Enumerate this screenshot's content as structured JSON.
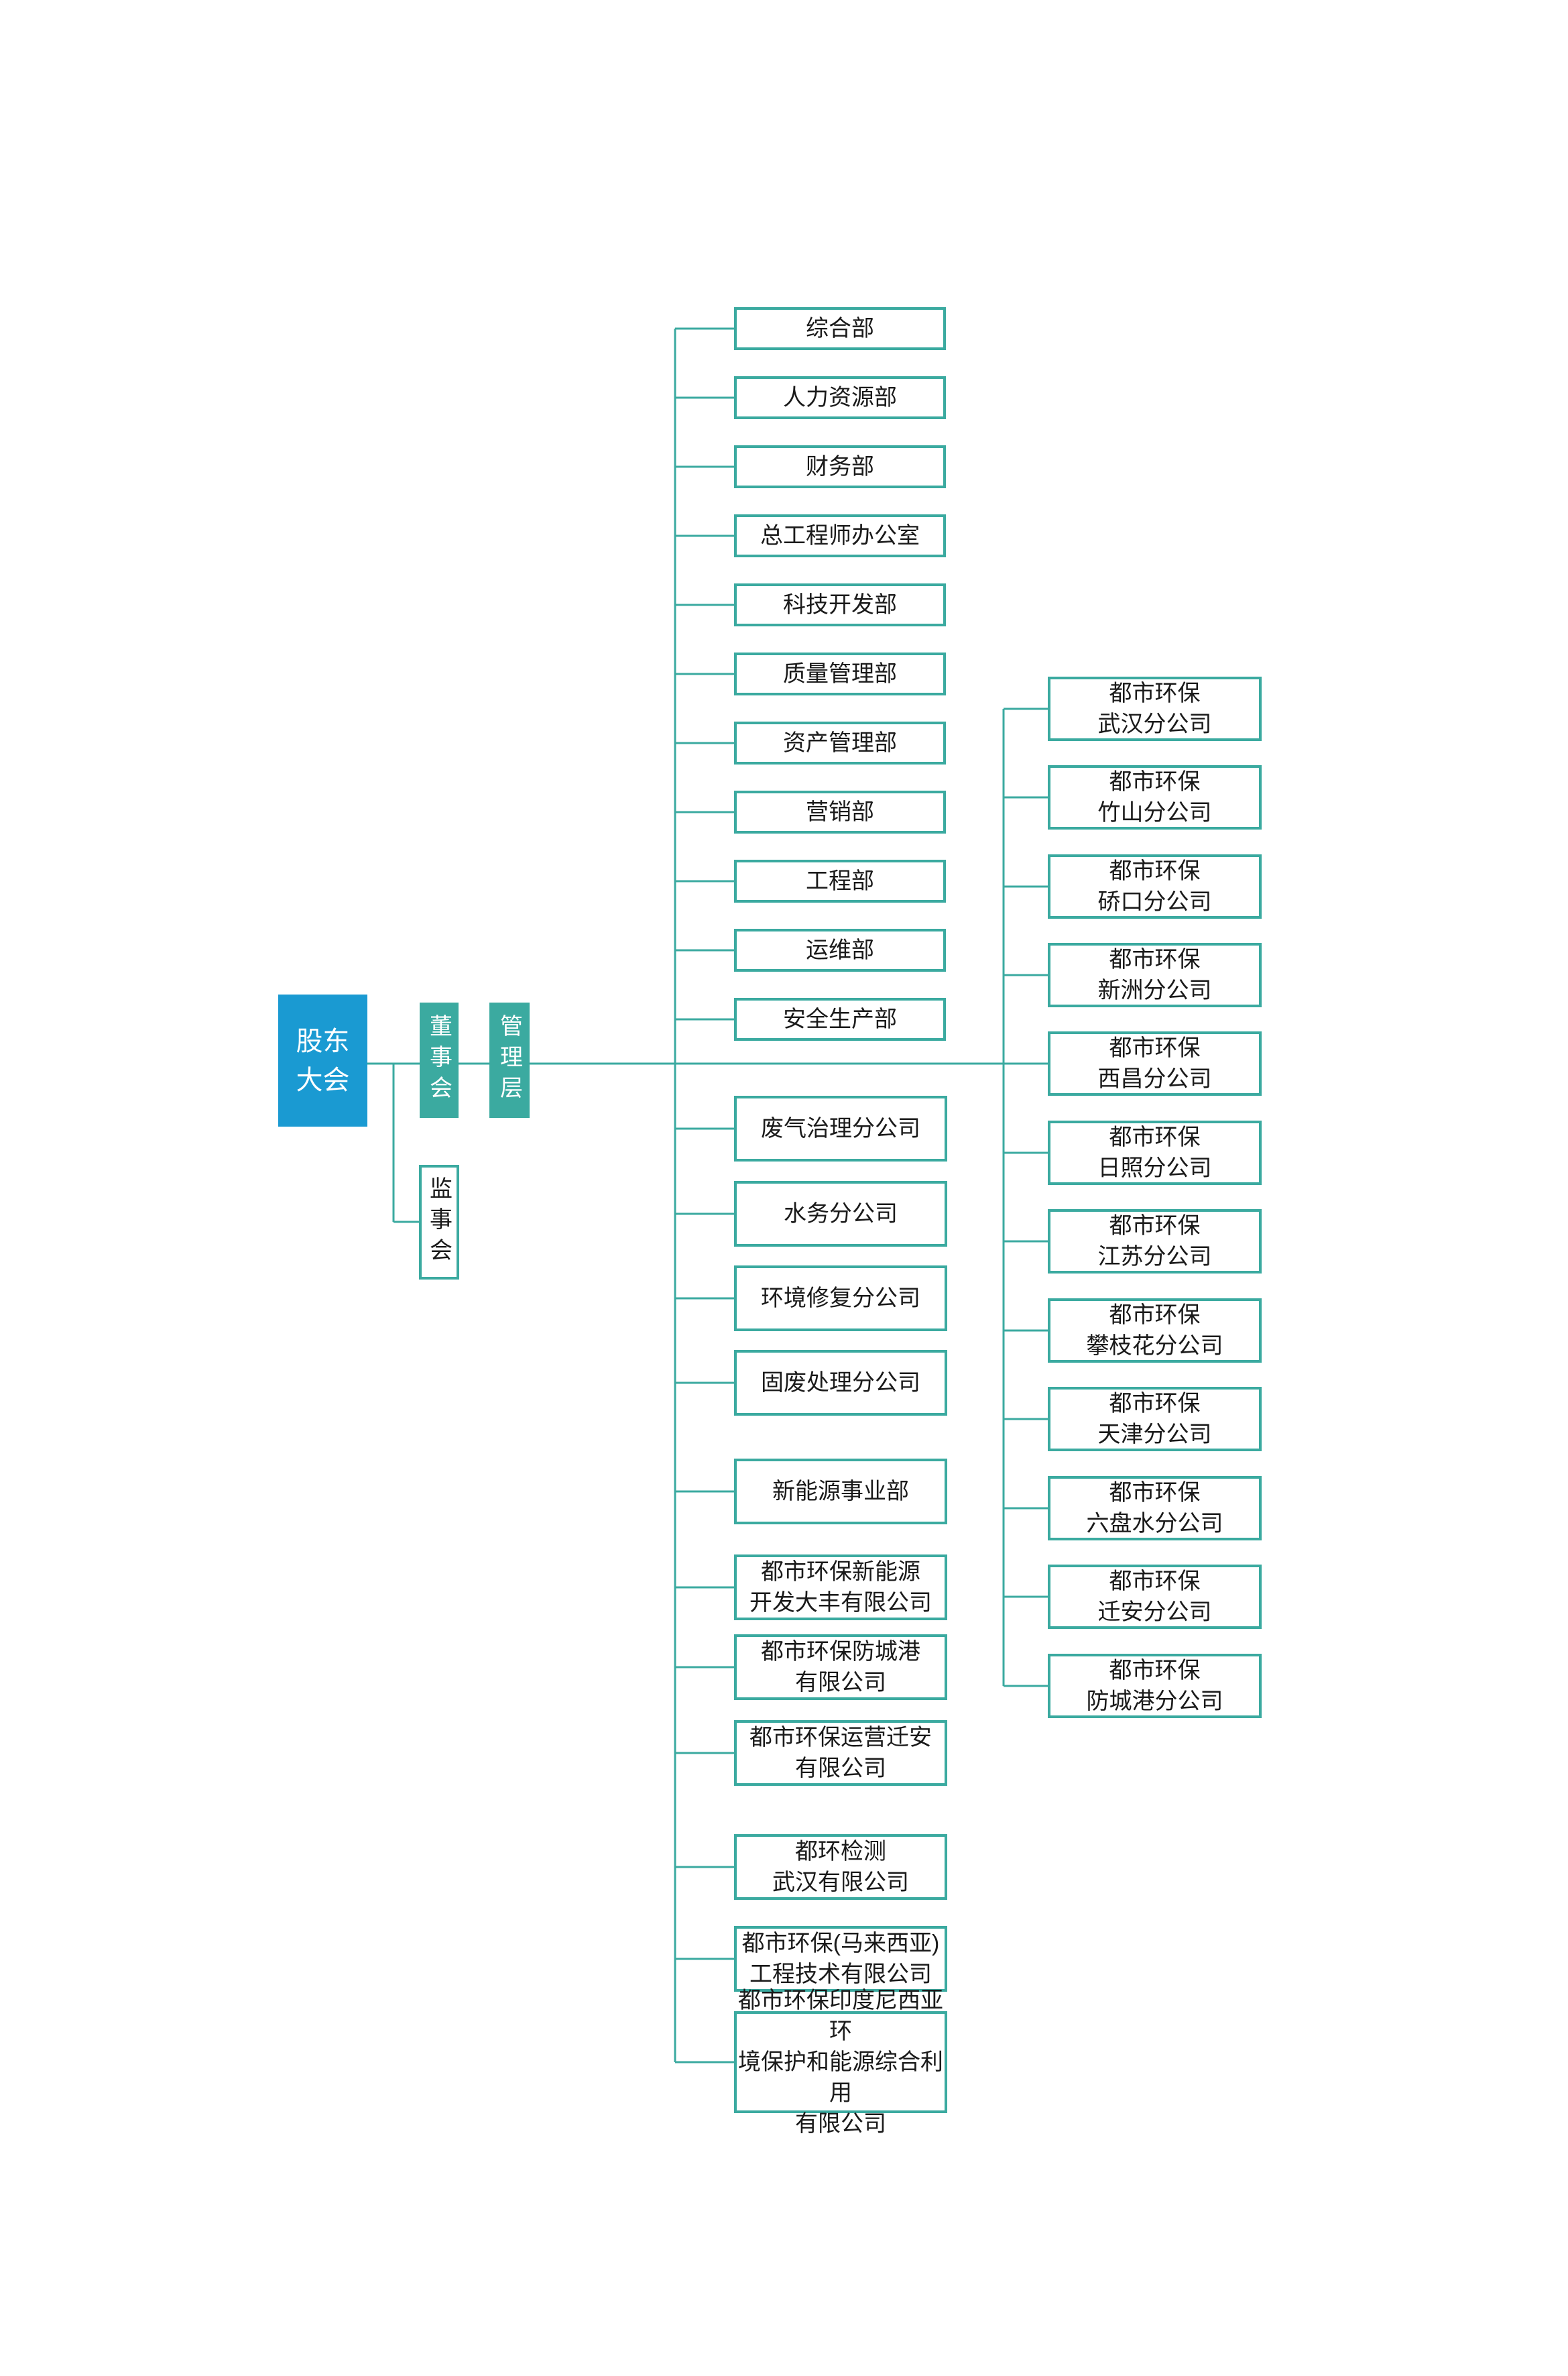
{
  "palette": {
    "primary_blue": "#1a9ad2",
    "teal": "#3baaa0",
    "line_teal": "#3baaa0",
    "box_text": "#1a1a1a",
    "background": "#ffffff"
  },
  "governance": {
    "shareholders": {
      "text": "股东\n大会"
    },
    "board": {
      "label": "董事会"
    },
    "management": {
      "label": "管理层"
    },
    "supervisory": {
      "label": "监事会"
    }
  },
  "departments": [
    "综合部",
    "人力资源部",
    "财务部",
    "总工程师办公室",
    "科技开发部",
    "质量管理部",
    "资产管理部",
    "营销部",
    "工程部",
    "运维部",
    "安全生产部"
  ],
  "subsidiaries": [
    {
      "lines": [
        "废气治理分公司"
      ]
    },
    {
      "lines": [
        "水务分公司"
      ]
    },
    {
      "lines": [
        "环境修复分公司"
      ]
    },
    {
      "lines": [
        "固废处理分公司"
      ]
    },
    {
      "lines": [
        "新能源事业部"
      ]
    },
    {
      "lines": [
        "都市环保新能源",
        "开发大丰有限公司"
      ]
    },
    {
      "lines": [
        "都市环保防城港",
        "有限公司"
      ]
    },
    {
      "lines": [
        "都市环保运营迁安",
        "有限公司"
      ]
    },
    {
      "lines": [
        "都环检测",
        "武汉有限公司"
      ]
    },
    {
      "lines": [
        "都市环保(马来西亚)",
        "工程技术有限公司"
      ]
    },
    {
      "lines": [
        "都市环保印度尼西亚环",
        "境保护和能源综合利用",
        "有限公司"
      ]
    }
  ],
  "branches": [
    {
      "lines": [
        "都市环保",
        "武汉分公司"
      ]
    },
    {
      "lines": [
        "都市环保",
        "竹山分公司"
      ]
    },
    {
      "lines": [
        "都市环保",
        "硚口分公司"
      ]
    },
    {
      "lines": [
        "都市环保",
        "新洲分公司"
      ]
    },
    {
      "lines": [
        "都市环保",
        "西昌分公司"
      ]
    },
    {
      "lines": [
        "都市环保",
        "日照分公司"
      ]
    },
    {
      "lines": [
        "都市环保",
        "江苏分公司"
      ]
    },
    {
      "lines": [
        "都市环保",
        "攀枝花分公司"
      ]
    },
    {
      "lines": [
        "都市环保",
        "天津分公司"
      ]
    },
    {
      "lines": [
        "都市环保",
        "六盘水分公司"
      ]
    },
    {
      "lines": [
        "都市环保",
        "迁安分公司"
      ]
    },
    {
      "lines": [
        "都市环保",
        "防城港分公司"
      ]
    }
  ]
}
